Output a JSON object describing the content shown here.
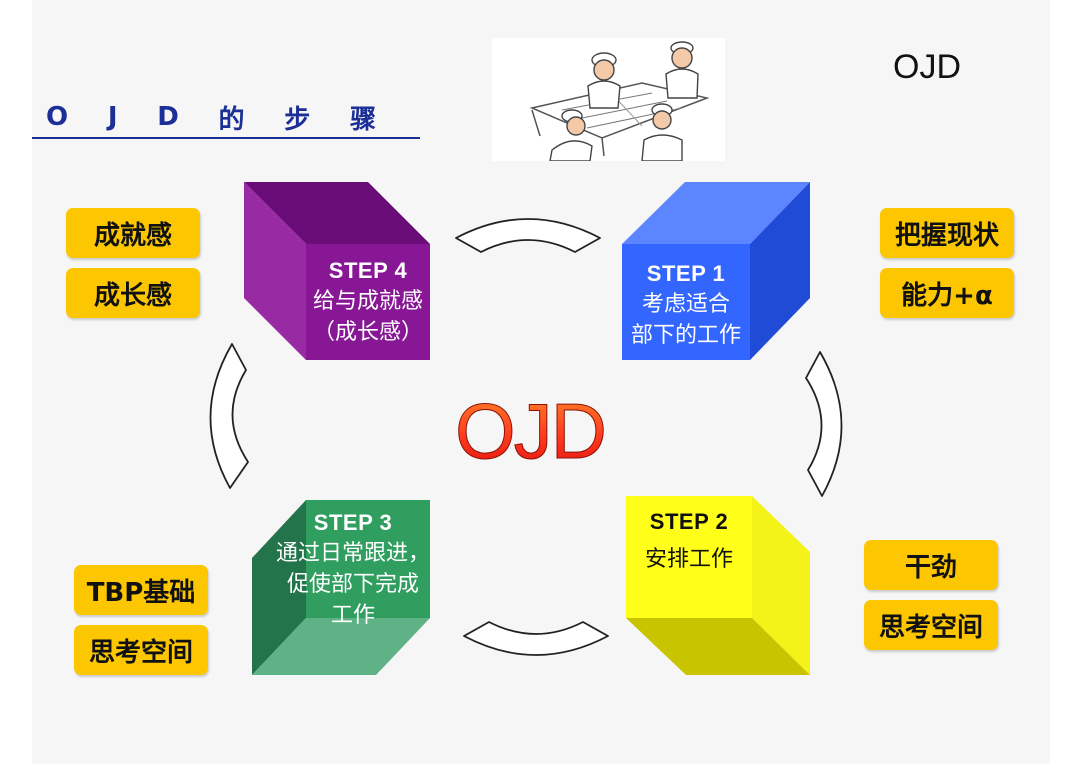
{
  "corner_label": "OJD",
  "heading": [
    "O",
    "J",
    "D",
    "的",
    "步",
    "骤"
  ],
  "center_label": "OJD",
  "steps": [
    {
      "step": "STEP 1",
      "lines": [
        "考虑适合",
        "部下的工作"
      ],
      "color": "#3366ff"
    },
    {
      "step": "STEP 2",
      "lines": [
        "安排工作"
      ],
      "color": "#ffff1a"
    },
    {
      "step": "STEP 3",
      "lines": [
        "通过日常跟进，",
        "促使部下完成",
        "工作"
      ],
      "color": "#2f9e5f"
    },
    {
      "step": "STEP 4",
      "lines": [
        "给与成就感",
        "（成长感）"
      ],
      "color": "#8a1a96"
    }
  ],
  "tags": {
    "step1": [
      "把握现状",
      "能力+α"
    ],
    "step2": [
      "干劲",
      "思考空间"
    ],
    "step3": [
      "TBP基础",
      "思考空间"
    ],
    "step4": [
      "成就感",
      "成长感"
    ]
  },
  "colors": {
    "heading": "#1c2f96",
    "tag": "#fcc700"
  }
}
